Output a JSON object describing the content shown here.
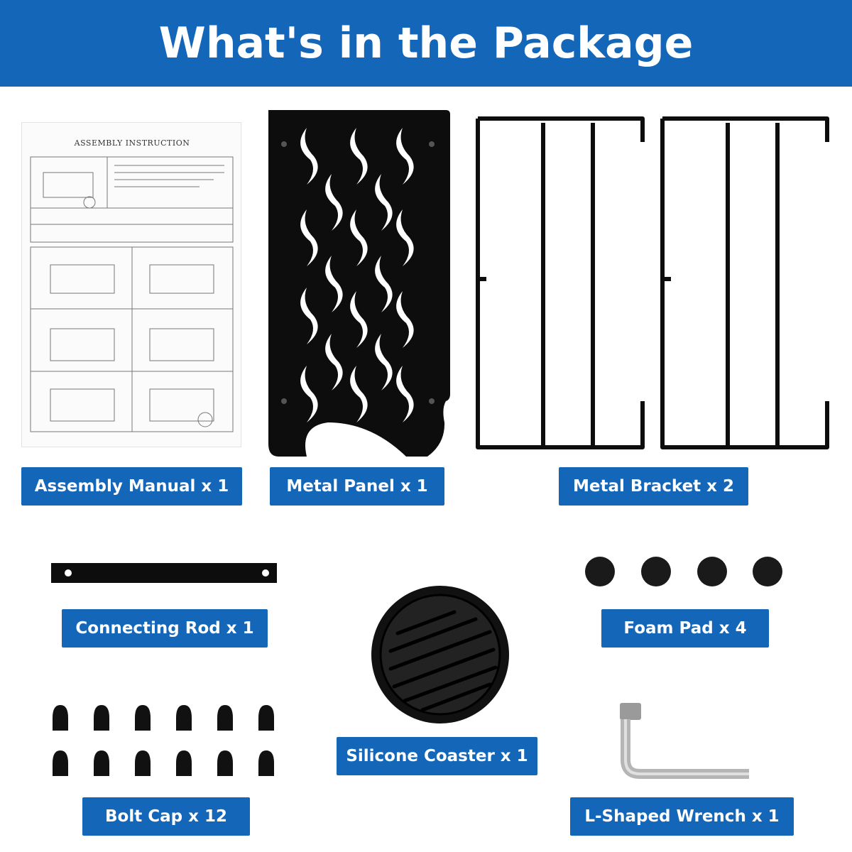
{
  "header": {
    "title": "What's in the Package"
  },
  "manual": {
    "heading": "ASSEMBLY INSTRUCTION"
  },
  "items": [
    {
      "label": "Assembly Manual x 1"
    },
    {
      "label": "Metal Panel x 1"
    },
    {
      "label": "Metal Bracket x 2"
    },
    {
      "label": "Connecting Rod x 1"
    },
    {
      "label": "Foam Pad x 4"
    },
    {
      "label": "Silicone Coaster x 1"
    },
    {
      "label": "Bolt Cap x 12"
    },
    {
      "label": "L-Shaped Wrench x 1"
    }
  ],
  "colors": {
    "banner": "#1466b8",
    "text": "#ffffff",
    "parts": "#0d0d0d"
  }
}
